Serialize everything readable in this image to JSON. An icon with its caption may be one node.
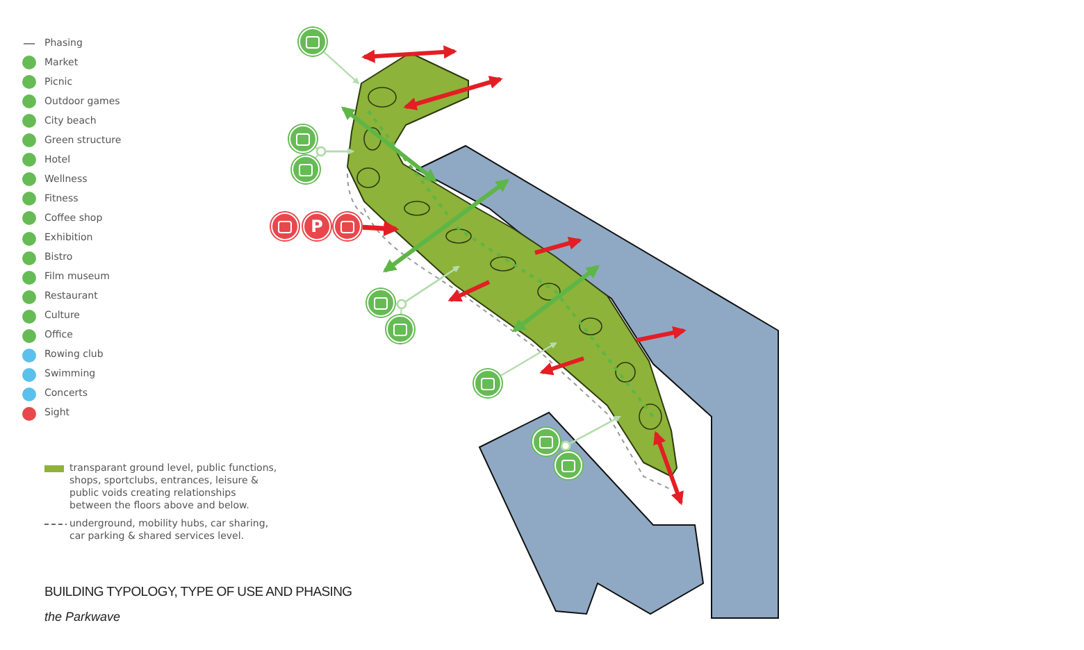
{
  "diagram": {
    "title": "BUILDING TYPOLOGY, TYPE OF USE AND PHASING",
    "caption": "the Parkwave",
    "nodes": [
      {
        "text": [],
        "shape": "picture"
      },
      {
        "text": [],
        "shape": "circle"
      },
      {
        "text": [],
        "shape": "circle"
      },
      {
        "text": [],
        "shape": "circle"
      },
      {
        "text": [],
        "shape": "circle"
      },
      {
        "text": [
          "P"
        ]
      },
      {
        "text": [],
        "shape": "circle"
      },
      {
        "text": [],
        "shape": "circle"
      },
      {
        "text": [],
        "shape": "circle"
      },
      {
        "text": [],
        "shape": "circle"
      },
      {
        "text": [],
        "shape": "circle"
      },
      {
        "text": [],
        "shape": "circle"
      }
    ],
    "edges": [
      {
        "from": 1,
        "to": 0,
        "arrow": "to"
      },
      {
        "from": 2,
        "to": 0,
        "arrow": "to"
      },
      {
        "from": 3,
        "to": 0,
        "arrow": "to"
      },
      {
        "from": 6,
        "to": 0,
        "arrow": "to",
        "style": "thick",
        "color": "#e31e24"
      },
      {
        "from": 7,
        "to": 0,
        "arrow": "to"
      },
      {
        "from": 8,
        "to": 0,
        "arrow": "to"
      },
      {
        "from": 9,
        "to": 0,
        "arrow": "to"
      },
      {
        "from": 10,
        "to": 0,
        "arrow": "to"
      },
      {
        "from": 11,
        "to": 0,
        "arrow": "to"
      }
    ],
    "legend": [
      {
        "text": "Phasing"
      },
      {
        "text": "Market"
      },
      {
        "text": "Picnic"
      },
      {
        "text": "Outdoor games"
      },
      {
        "text": "City beach"
      },
      {
        "text": "Green structure"
      },
      {
        "text": "Hotel"
      },
      {
        "text": "Wellness"
      },
      {
        "text": "Fitness"
      },
      {
        "text": "Coffee shop"
      },
      {
        "text": "Exhibition"
      },
      {
        "text": "Bistro"
      },
      {
        "text": "Film museum"
      },
      {
        "text": "Restaurant"
      },
      {
        "text": "Culture"
      },
      {
        "text": "Office"
      },
      {
        "text": "Rowing club"
      },
      {
        "text": "Swimming"
      },
      {
        "text": "Concerts"
      },
      {
        "text": "Sight"
      },
      {
        "text": "transparant ground level, public functions, shops, sportclubs, entrances, leisure & public voids creating relationships between the floors above and below.",
        "color": "#8db33a"
      },
      {
        "text": "underground, mobility hubs, car sharing, car parking & shared services level."
      }
    ]
  }
}
